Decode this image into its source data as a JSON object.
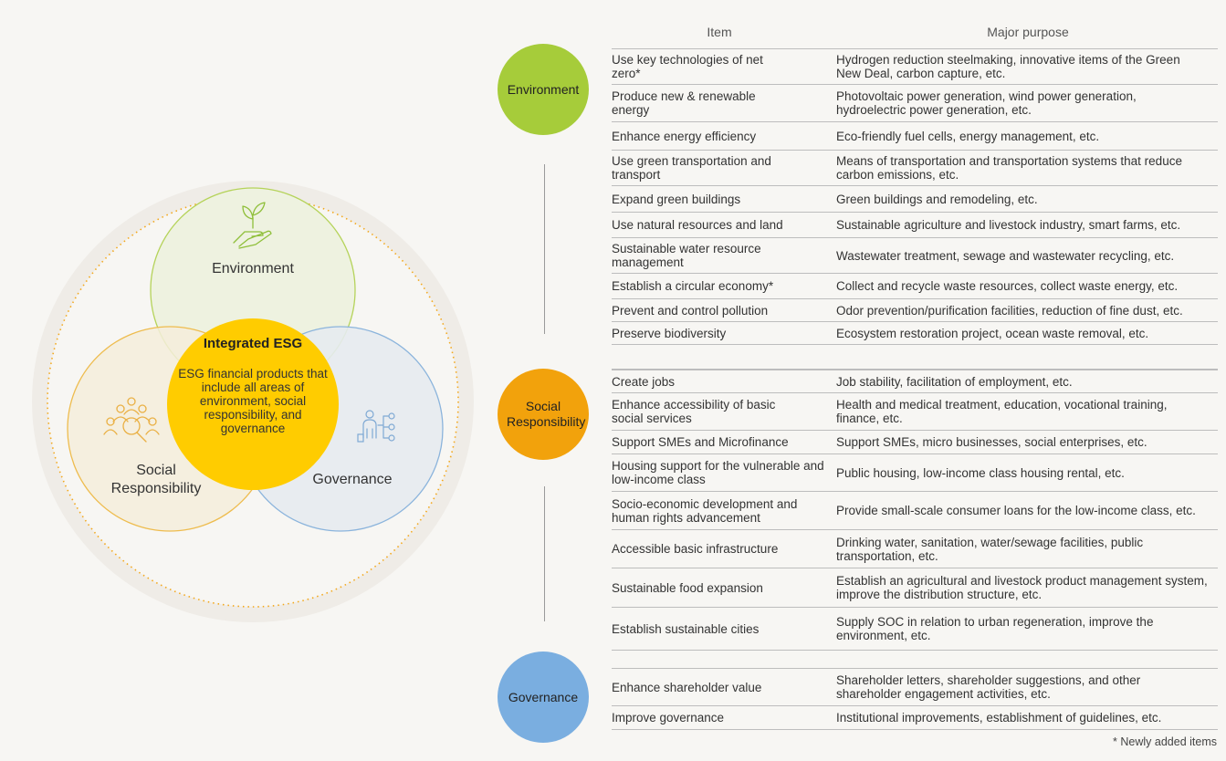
{
  "colors": {
    "environment": "#a6cc3a",
    "social": "#f2a20c",
    "governance": "#7aaee0",
    "center": "#ffcc00"
  },
  "venn": {
    "environment_label": "Environment",
    "social_label": "Social\nResponsibility",
    "governance_label": "Governance",
    "center_title": "Integrated ESG",
    "center_desc": "ESG financial products that include all areas of environment, social responsibility, and governance"
  },
  "table": {
    "header_item": "Item",
    "header_purpose": "Major purpose",
    "categories": [
      {
        "name": "Environment",
        "rows": [
          {
            "item": "Use key technologies of net zero*",
            "purpose": "Hydrogen reduction steelmaking, innovative items of the Green New Deal, carbon capture, etc."
          },
          {
            "item": "Produce new & renewable energy",
            "purpose": "Photovoltaic power generation, wind power generation, hydroelectric power generation, etc."
          },
          {
            "item": "Enhance energy efficiency",
            "purpose": "Eco-friendly fuel cells, energy management, etc."
          },
          {
            "item": "Use green transportation and transport",
            "purpose": "Means of transportation and transportation systems that reduce carbon emissions, etc."
          },
          {
            "item": "Expand green buildings",
            "purpose": "Green buildings and remodeling, etc."
          },
          {
            "item": "Use natural resources and land",
            "purpose": "Sustainable agriculture and livestock industry, smart farms, etc."
          },
          {
            "item": "Sustainable water resource management",
            "purpose": "Wastewater treatment, sewage and wastewater recycling, etc."
          },
          {
            "item": "Establish a circular economy*",
            "purpose": "Collect and recycle waste resources, collect waste energy, etc."
          },
          {
            "item": "Prevent and control pollution",
            "purpose": "Odor prevention/purification facilities, reduction of fine dust, etc."
          },
          {
            "item": "Preserve biodiversity",
            "purpose": "Ecosystem restoration project, ocean waste removal, etc."
          }
        ]
      },
      {
        "name": "Social Responsibility",
        "rows": [
          {
            "item": "Create jobs",
            "purpose": "Job stability, facilitation of employment, etc."
          },
          {
            "item": "Enhance accessibility of basic social services",
            "purpose": "Health and medical treatment, education, vocational training, finance, etc."
          },
          {
            "item": "Support SMEs and Microfinance",
            "purpose": "Support SMEs, micro businesses, social enterprises, etc."
          },
          {
            "item": "Housing support for the vulnerable and low-income class",
            "purpose": "Public housing, low-income class housing rental, etc."
          },
          {
            "item": "Socio-economic development and human rights advancement",
            "purpose": "Provide small-scale consumer loans for the low-income class, etc."
          },
          {
            "item": "Accessible basic infrastructure",
            "purpose": "Drinking water, sanitation, water/sewage facilities, public transportation, etc."
          },
          {
            "item": "Sustainable food expansion",
            "purpose": "Establish an agricultural and livestock product management system, improve the distribution structure, etc."
          },
          {
            "item": "Establish sustainable cities",
            "purpose": "Supply SOC in relation to urban regeneration, improve the environment, etc."
          }
        ]
      },
      {
        "name": "Governance",
        "rows": [
          {
            "item": "Enhance shareholder value",
            "purpose": "Shareholder letters, shareholder suggestions, and other shareholder engagement activities, etc."
          },
          {
            "item": "Improve governance",
            "purpose": "Institutional improvements, establishment of guidelines, etc."
          }
        ]
      }
    ]
  },
  "footnote": "* Newly added items"
}
